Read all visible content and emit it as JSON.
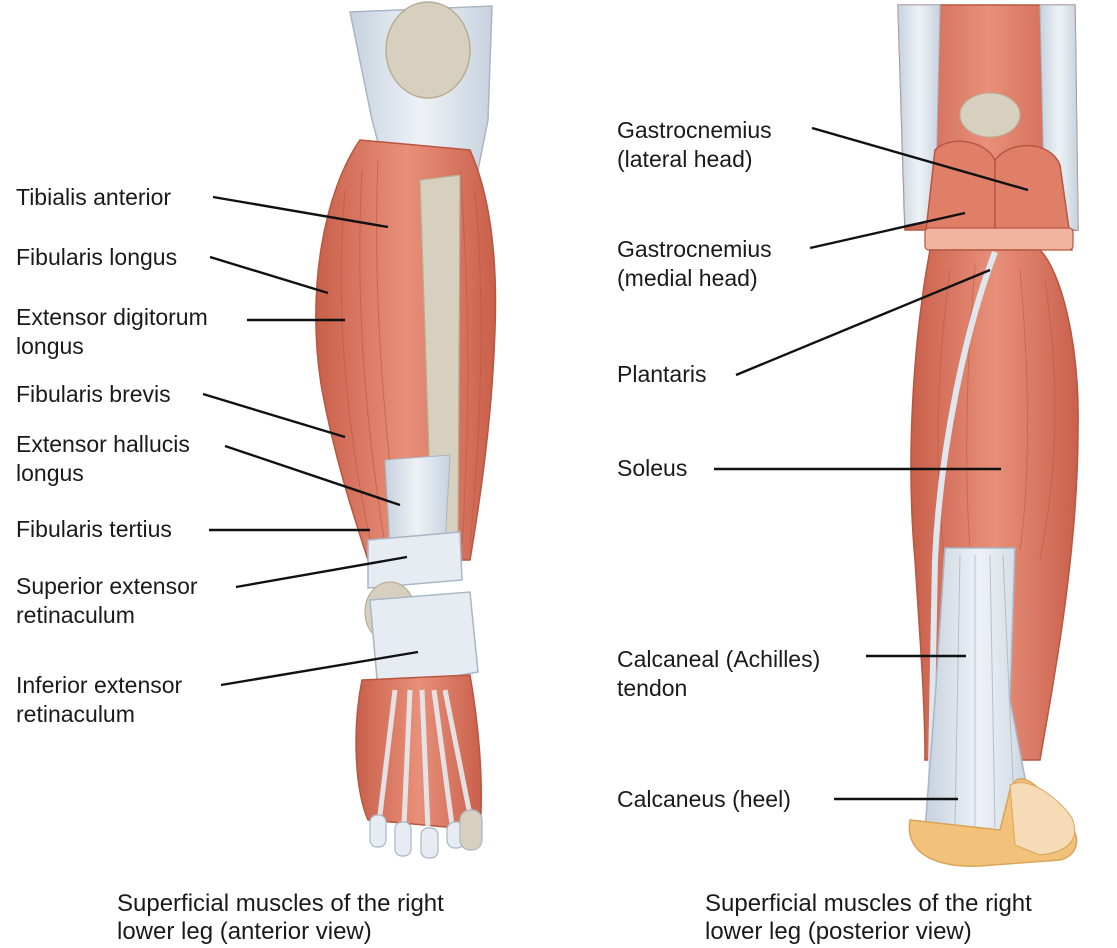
{
  "anterior": {
    "caption": [
      "Superficial muscles of the right",
      "lower leg (anterior view)"
    ],
    "labels": {
      "tibialis_anterior": [
        "Tibialis anterior"
      ],
      "fibularis_longus": [
        "Fibularis longus"
      ],
      "extensor_digitorum_longus": [
        "Extensor digitorum",
        "longus"
      ],
      "fibularis_brevis": [
        "Fibularis brevis"
      ],
      "extensor_hallucis_longus": [
        "Extensor hallucis",
        "longus"
      ],
      "fibularis_tertius": [
        "Fibularis tertius"
      ],
      "superior_extensor_retinaculum": [
        "Superior extensor",
        "retinaculum"
      ],
      "inferior_extensor_retinaculum": [
        "Inferior extensor",
        "retinaculum"
      ]
    }
  },
  "posterior": {
    "caption": [
      "Superficial muscles of the right",
      "lower leg (posterior view)"
    ],
    "labels": {
      "gastrocnemius_lateral_head": [
        "Gastrocnemius",
        "(lateral head)"
      ],
      "gastrocnemius_medial_head": [
        "Gastrocnemius",
        "(medial head)"
      ],
      "plantaris": [
        "Plantaris"
      ],
      "soleus": [
        "Soleus"
      ],
      "calcaneal_tendon": [
        "Calcaneal (Achilles)",
        "tendon"
      ],
      "calcaneus_heel": [
        "Calcaneus (heel)"
      ]
    }
  },
  "colors": {
    "muscle": "#e07f68",
    "muscle_dark": "#c9604b",
    "tendon": "#dfe6ee",
    "tendon_line": "#a9b6c4",
    "bone": "#d8d0bf",
    "heel_fat": "#f2c27a",
    "leader_line": "#111111"
  }
}
